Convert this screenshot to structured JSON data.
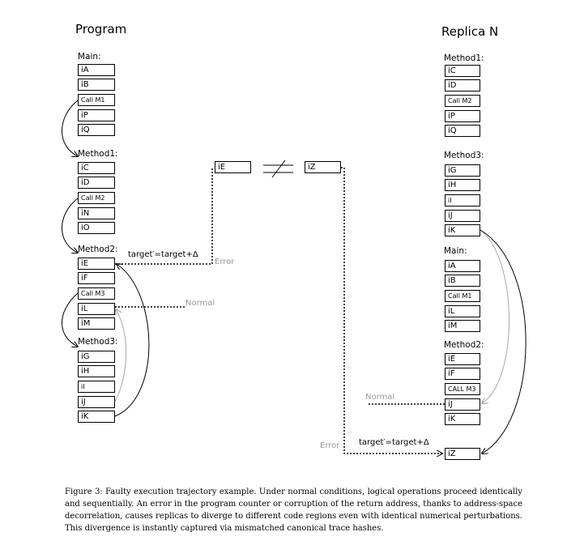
{
  "program": {
    "title": "Program",
    "main_label": "Main:",
    "main_items": [
      "iA",
      "iB",
      "Call  M1",
      "iP",
      "iQ"
    ],
    "method1_label": "Method1:",
    "method1_items": [
      "iC",
      "iD",
      "Call  M2",
      "iN",
      "iO"
    ],
    "method2_label": "Method2:",
    "method2_items": [
      "iE",
      "iF",
      "Call  M3",
      "iL",
      "iM"
    ],
    "method3_label": "Method3:",
    "method3_items": [
      "iG",
      "iH",
      "iI",
      "iJ",
      "iK"
    ]
  },
  "replica": {
    "title": "Replica N",
    "method1_label": "Method1:",
    "method1_items": [
      "iC",
      "iD",
      "Call  M2",
      "iP",
      "iQ"
    ],
    "method3_label": "Method3:",
    "method3_items": [
      "iG",
      "iH",
      "iI",
      "iJ",
      "iK"
    ],
    "main_label": "Main:",
    "main_items": [
      "iA",
      "iB",
      "Call  M1",
      "iL",
      "iM"
    ],
    "method2_label": "Method2:",
    "method2_items": [
      "iE",
      "iF",
      "CALL M3",
      "iJ",
      "iK"
    ],
    "iz_bottom": "iZ"
  },
  "middle": {
    "ie_box": "iE",
    "iz_box": "iZ"
  },
  "annotations": {
    "target_left": "target′=target+Δ",
    "error_left": "Error",
    "normal_left": "Normal",
    "normal_right": "Normal",
    "target_right": "target′=target+Δ",
    "error_right": "Error"
  },
  "caption": "Figure 3: Faulty execution trajectory example. Under normal conditions, logical operations proceed identically and sequentially. An error in the program counter or corruption of the return address, thanks to address-space decorrelation, causes replicas to diverge to different code regions even with identical numerical perturbations. This divergence is instantly captured via mismatched canonical trace hashes."
}
